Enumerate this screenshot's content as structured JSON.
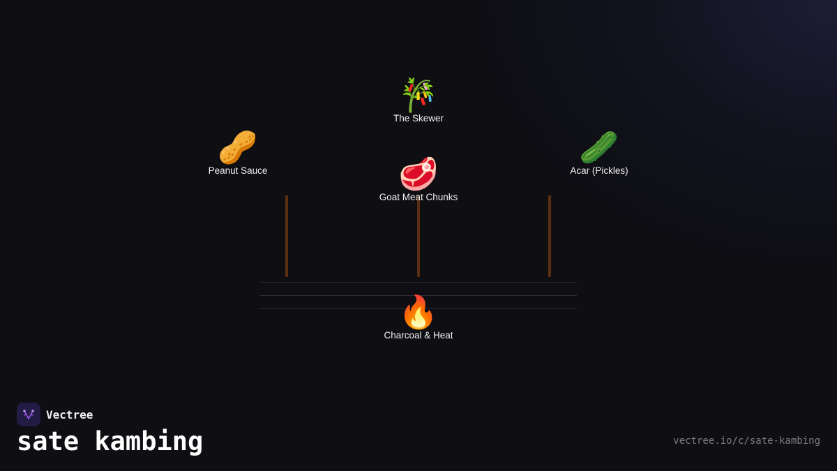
{
  "diagram": {
    "nodes": {
      "skewer": {
        "icon": "🎋",
        "label": "The Skewer"
      },
      "peanut": {
        "icon": "🥜",
        "label": "Peanut Sauce"
      },
      "acar": {
        "icon": "🥒",
        "label": "Acar (Pickles)"
      },
      "goat": {
        "icon": "🥩",
        "label": "Goat Meat Chunks"
      },
      "charcoal": {
        "icon": "🔥",
        "label": "Charcoal & Heat"
      }
    },
    "colors": {
      "background": "#0e0e13",
      "stick": "#5a2e12",
      "grill_line": "#2a2a32"
    }
  },
  "footer": {
    "brand_name": "Vectree",
    "brand_icon": "vectree-logo-icon",
    "title": "sate kambing",
    "url": "vectree.io/c/sate-kambing"
  }
}
